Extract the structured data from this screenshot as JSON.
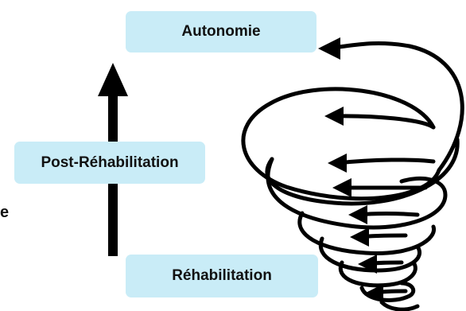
{
  "diagram": {
    "nodes": {
      "top": "Autonomie",
      "middle": "Post-Réhabilitation",
      "bottom": "Réhabilitation"
    },
    "edge_fragment": "e"
  },
  "colors": {
    "box_fill": "#c9ecf7",
    "arrow": "#000000",
    "text": "#111111"
  },
  "icons": {
    "vertical_arrow": "up-arrow-icon",
    "spiral": "spiral-arrow-icon"
  }
}
